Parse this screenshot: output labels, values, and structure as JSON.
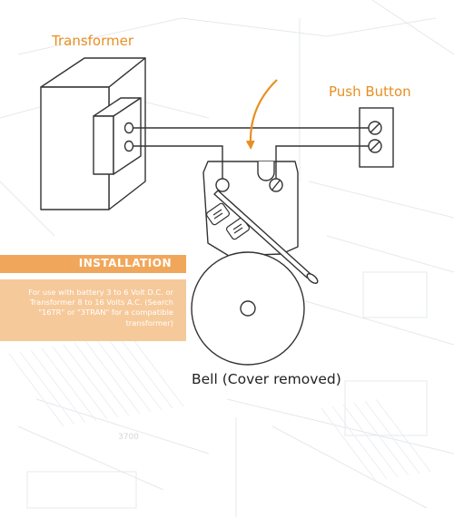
{
  "labels": {
    "transformer": "Transformer",
    "push_button": "Push Button",
    "bell": "Bell (Cover removed)"
  },
  "installation": {
    "title": "INSTALLATION",
    "text": "For use with battery 3 to 6 Volt D.C. or Transformer 8 to 16 Volts A.C. (Search \"16TR\" or \"3TRAN\" for a compatible transformer)"
  },
  "background": {
    "blueprint_number": "3700"
  },
  "colors": {
    "accent": "#e88f22",
    "panel_header": "#f1a75b",
    "panel_body": "#f6c99a",
    "line": "#333333"
  }
}
